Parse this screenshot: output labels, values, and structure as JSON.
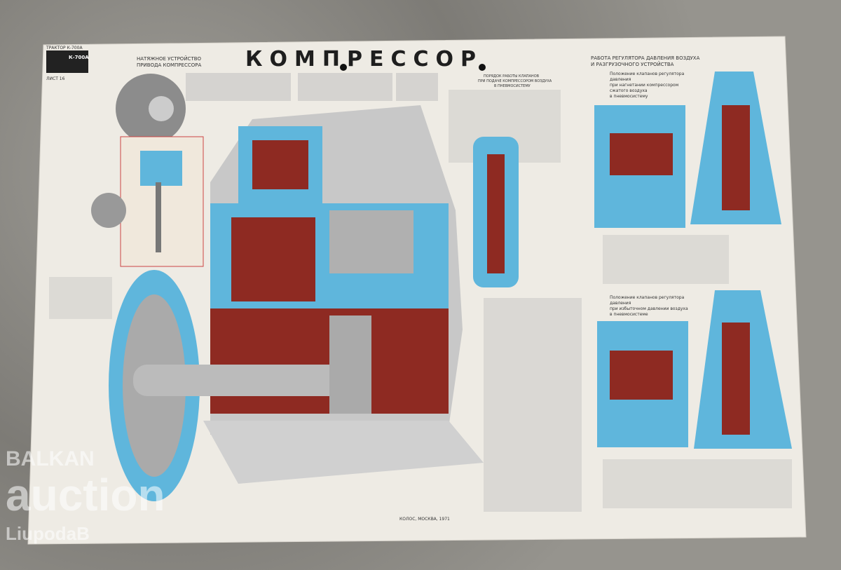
{
  "poster": {
    "title": "КОМПРЕССОР",
    "logo_caption": "ТРАКТОР К-700А",
    "logo_badge": "К-700А",
    "sheet_label": "ЛИСТ 16",
    "belt_tensioner_heading": [
      "НАТЯЖНОЕ УСТРОЙСТВО",
      "ПРИВОДА КОМПРЕССОРА"
    ],
    "valve_order_heading": [
      "ПОРЯДОК РАБОТЫ КЛАПАНОВ",
      "ПРИ ПОДАЧЕ КОМПРЕССОРОМ ВОЗДУХА",
      "В ПНЕВМОСИСТЕМУ"
    ],
    "regulator_heading": [
      "РАБОТА РЕГУЛЯТОРА ДАВЛЕНИЯ ВОЗДУХА",
      "И РАЗГРУЗОЧНОГО УСТРОЙСТВА"
    ],
    "regulator_state_1": [
      "Положение клапанов регулятора",
      "давления",
      "при нагнетании компрессором",
      "сжатого воздуха",
      "в пневмосистему"
    ],
    "regulator_state_2": [
      "Положение клапанов регулятора",
      "давления",
      "при избыточном давлении воздуха",
      "в пневмосистеме"
    ],
    "publisher": "КОЛОС, МОСКВА, 1971"
  },
  "watermark": {
    "line1": "BALKAN",
    "line2": "auction",
    "line3": "LiupodaB"
  },
  "colors": {
    "paper": "#eeebe4",
    "blue": "#5fb6dc",
    "red": "#8e2a22",
    "metal": "#b8b8b8"
  }
}
